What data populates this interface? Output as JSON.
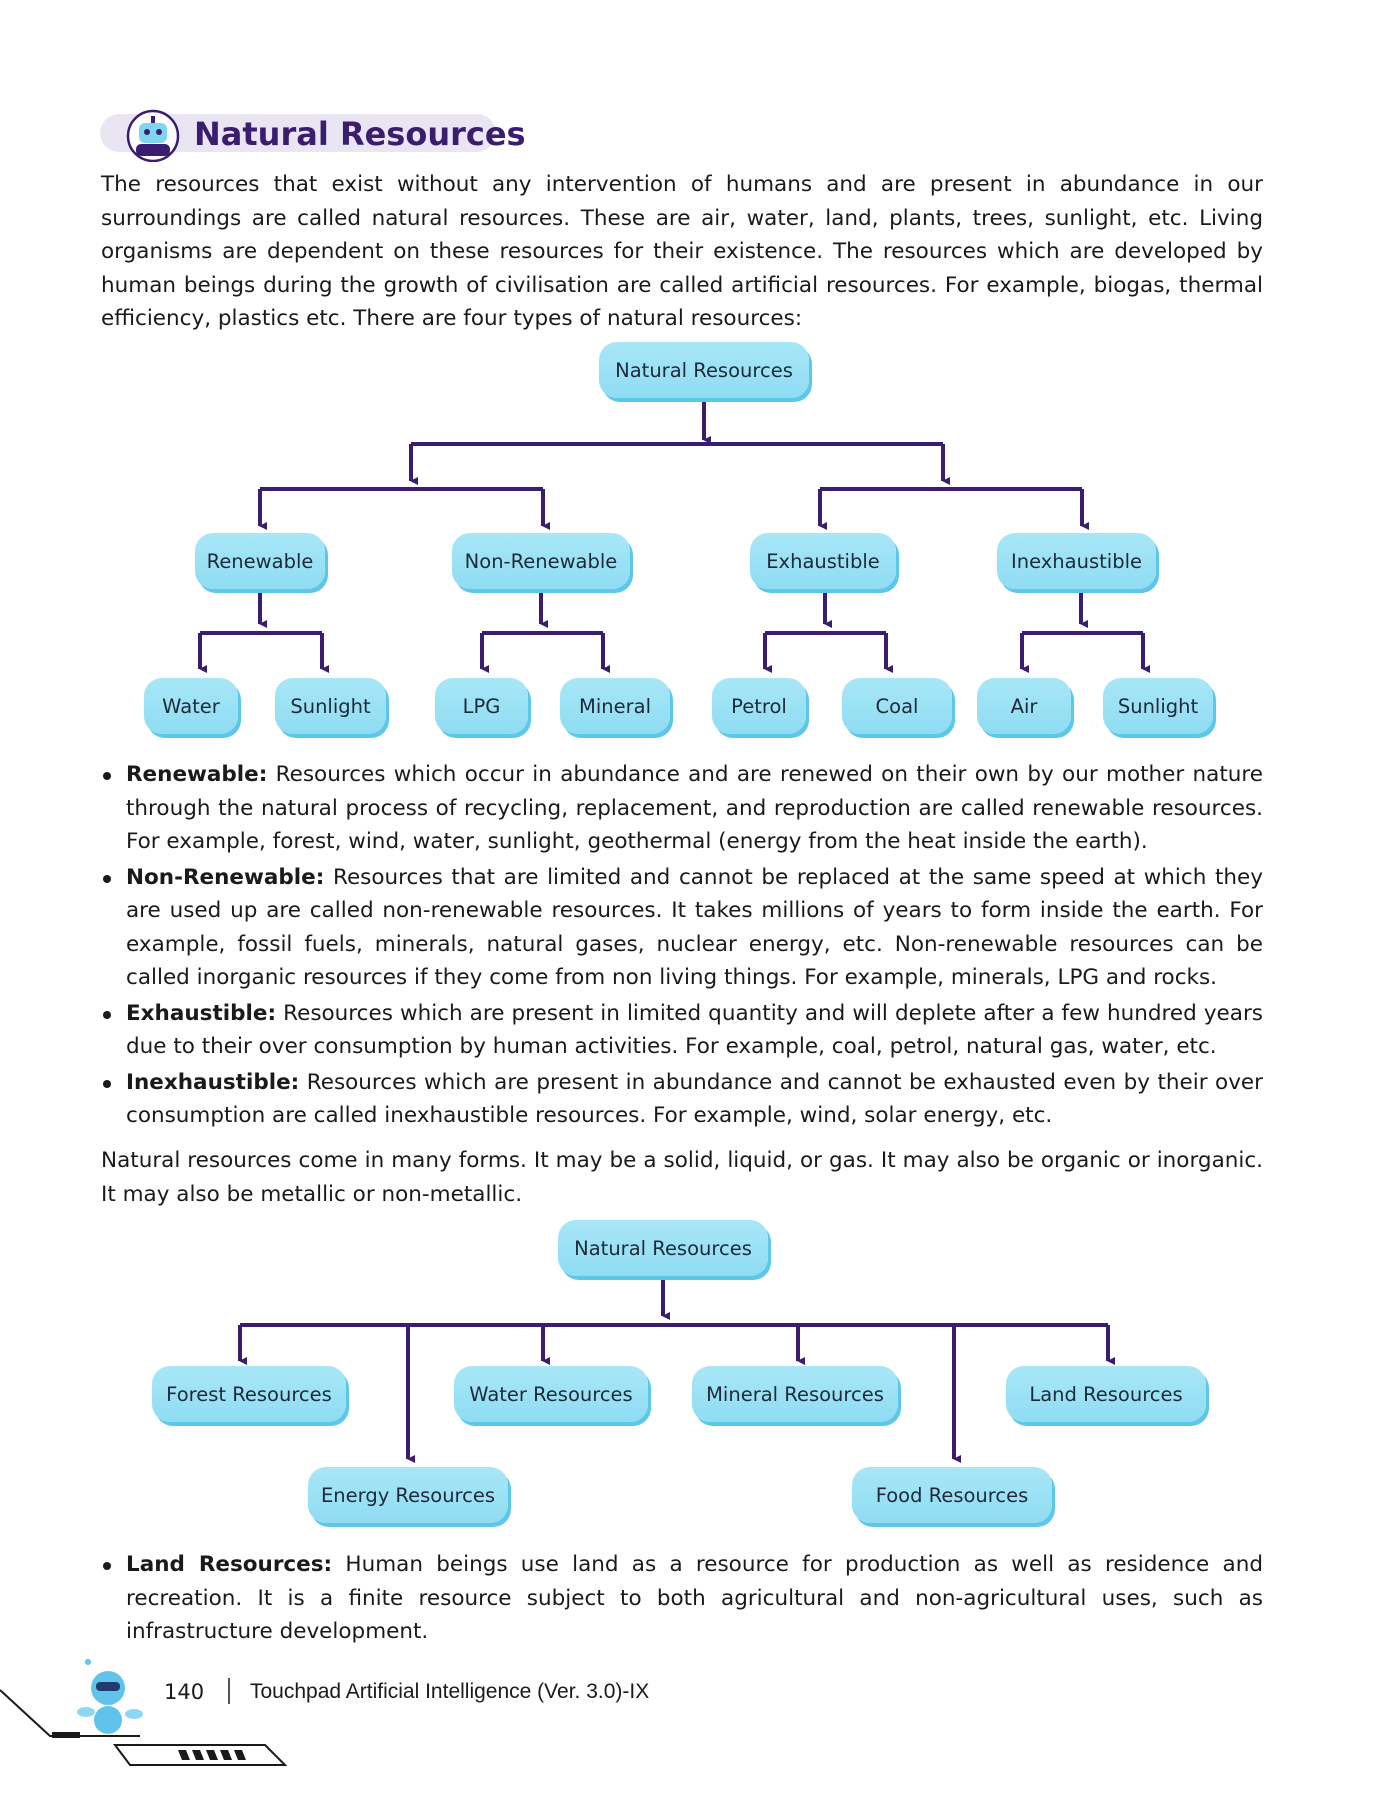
{
  "heading": {
    "title": "Natural Resources",
    "icon": "robot-icon"
  },
  "intro": "The resources that exist without any intervention of humans and are present in abundance in our surroundings are called natural resources. These are air, water, land, plants, trees, sunlight, etc. Living organisms are dependent on these resources for their existence. The resources which are developed by human beings during the growth of civilisation are called artificial resources. For example, biogas, thermal efficiency, plastics etc. There are four types of natural resources:",
  "tree1": {
    "root": "Natural Resources",
    "categories": [
      "Renewable",
      "Non-Renewable",
      "Exhaustible",
      "Inexhaustible"
    ],
    "leaves": [
      "Water",
      "Sunlight",
      "LPG",
      "Mineral",
      "Petrol",
      "Coal",
      "Air",
      "Sunlight"
    ]
  },
  "bullets": [
    {
      "term": "Renewable:",
      "text": " Resources which occur in abundance and are renewed on their own by our mother nature through the natural process of recycling, replacement, and reproduction are called renewable resources. For example, forest, wind, water, sunlight, geothermal (energy from the heat inside the earth)."
    },
    {
      "term": "Non-Renewable:",
      "text": " Resources that are limited and cannot be replaced at the same speed at which they are used up are called non-renewable resources. It takes millions of years to form inside the earth. For example, fossil fuels, minerals, natural gases, nuclear energy, etc. Non-renewable resources can be called inorganic resources if they come from non living things. For example, minerals, LPG and rocks."
    },
    {
      "term": "Exhaustible:",
      "text": " Resources which are present in limited quantity and will deplete after a few hundred years due to their over consumption by human activities. For example, coal, petrol, natural gas, water, etc."
    },
    {
      "term": "Inexhaustible:",
      "text": " Resources which are present in abundance and cannot be exhausted even by their over consumption are called inexhaustible resources. For example, wind, solar energy, etc."
    }
  ],
  "forms_para": "Natural resources come in many forms. It may be a solid, liquid, or gas. It may also be organic or inorganic. It may also be metallic or non-metallic.",
  "tree2": {
    "root": "Natural Resources",
    "nodes": [
      "Forest Resources",
      "Energy Resources",
      "Water Resources",
      "Mineral Resources",
      "Food Resources",
      "Land Resources"
    ]
  },
  "land_bullet": {
    "term": "Land Resources:",
    "text": " Human beings use land as a resource for production as well as residence and recreation. It is a finite resource subject to both agricultural and non-agricultural uses, such as infrastructure development."
  },
  "footer": {
    "page_number": "140",
    "book_title": "Touchpad Artificial Intelligence (Ver. 3.0)-IX",
    "mascot_icon": "robot-mascot-icon"
  },
  "colors": {
    "heading": "#3a1d6e",
    "connector": "#3a1d6e",
    "node_fill": "#a8e7f7",
    "node_shadow": "#5cc7e8",
    "heading_pill": "#e9e5f3"
  }
}
